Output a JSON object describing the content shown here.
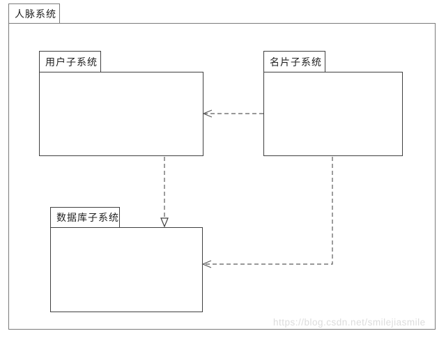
{
  "diagram": {
    "type": "uml-package-diagram",
    "root_label": "人脉系统",
    "packages": [
      {
        "label": "用户子系统"
      },
      {
        "label": "名片子系统"
      },
      {
        "label": "数据库子系统"
      }
    ],
    "relations": [
      {
        "from": "名片子系统",
        "to": "用户子系统",
        "line": "dashed",
        "arrowhead": "open"
      },
      {
        "from": "用户子系统",
        "to": "数据库子系统",
        "line": "dashed",
        "arrowhead": "hollow-triangle"
      },
      {
        "from": "名片子系统",
        "to": "数据库子系统",
        "line": "dashed",
        "arrowhead": "open"
      }
    ],
    "colors": {
      "outer_border": "#7a7a7a",
      "inner_border": "#3f3f3f",
      "line": "#5a5a5a",
      "text": "#1f1f1f",
      "background": "#ffffff",
      "watermark": "#dcdcdc"
    }
  },
  "watermark": {
    "text": "https://blog.csdn.net/smilejiasmile"
  }
}
